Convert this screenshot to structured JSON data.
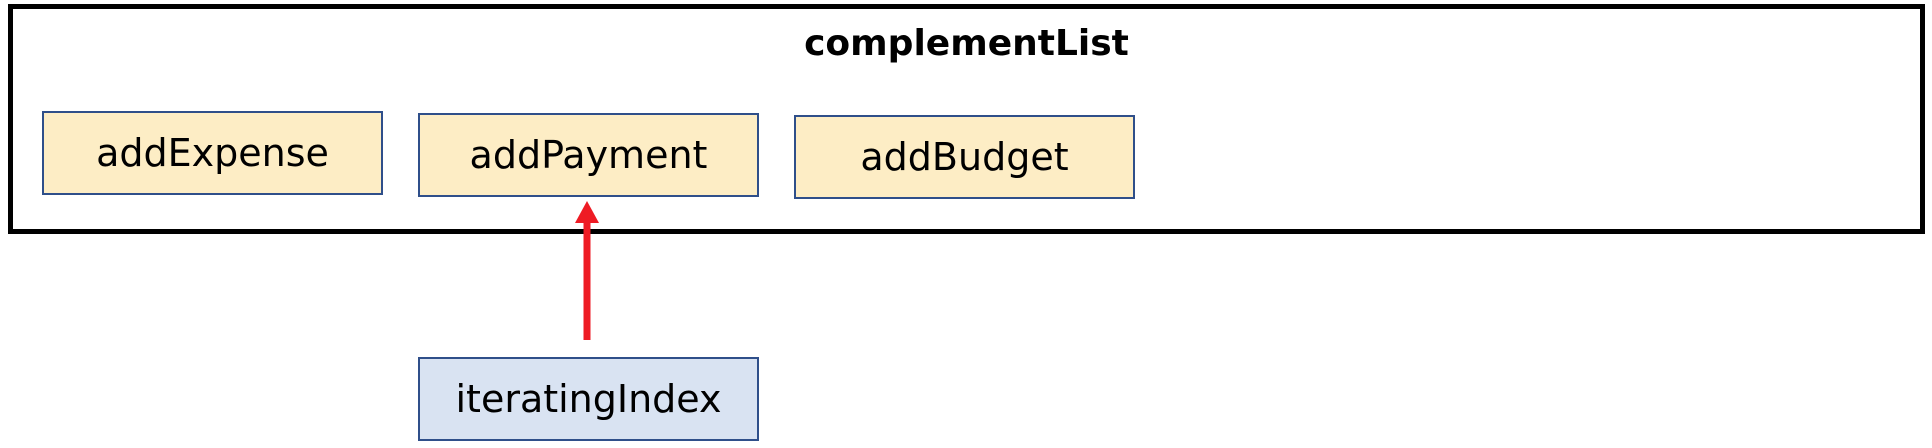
{
  "diagram": {
    "container": {
      "title": "complementList",
      "items": [
        {
          "label": "addExpense"
        },
        {
          "label": "addPayment"
        },
        {
          "label": "addBudget"
        }
      ]
    },
    "pointer": {
      "label": "iteratingIndex",
      "target": "addPayment"
    },
    "colors": {
      "item_fill": "#fdedc5",
      "pointer_fill": "#d9e3f2",
      "box_border": "#2f4f8a",
      "arrow": "#ee1b24",
      "frame": "#000000"
    }
  }
}
